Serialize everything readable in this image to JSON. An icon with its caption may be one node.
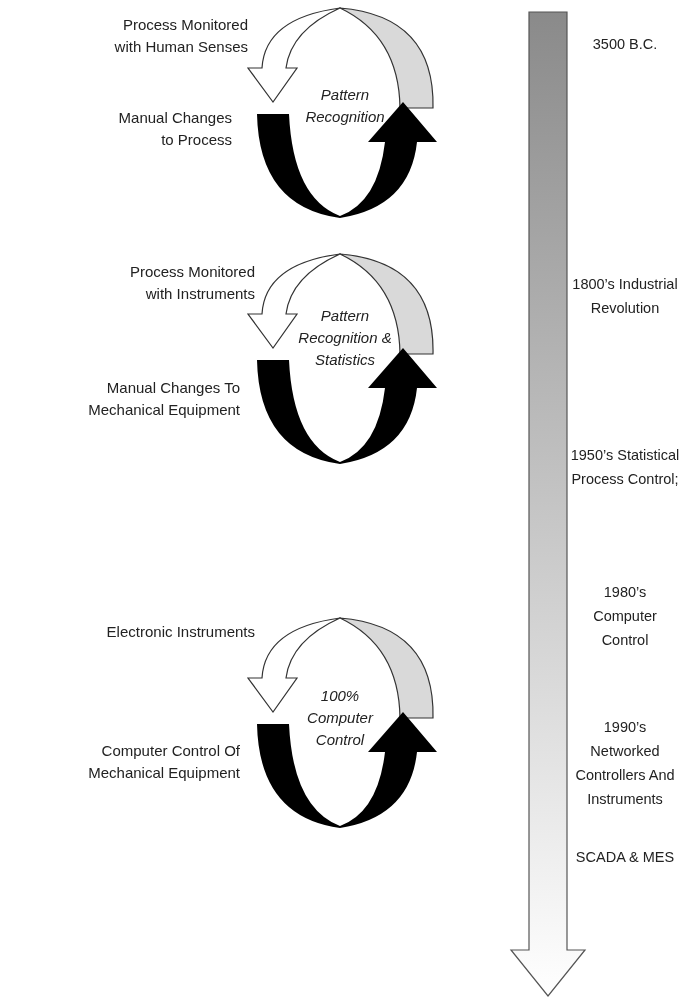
{
  "diagram": {
    "labels": [
      "Process Monitored with Human Senses",
      "3500 B.C.",
      "Pattern Recognition",
      "Manual Changes to Process",
      "Process Monitored with Instruments",
      "1800’s Industrial Revolution",
      "Pattern Recognition & Statistics",
      "Manual Changes To Mechanical Equipment",
      "1950’s Statistical Process Control;",
      "1980’s Computer Control",
      "Electronic Instruments",
      "100% Computer Control",
      "Computer Control Of Mechanical Equipment",
      "1990’s Networked Controllers And Instruments",
      "SCADA & MES"
    ]
  }
}
